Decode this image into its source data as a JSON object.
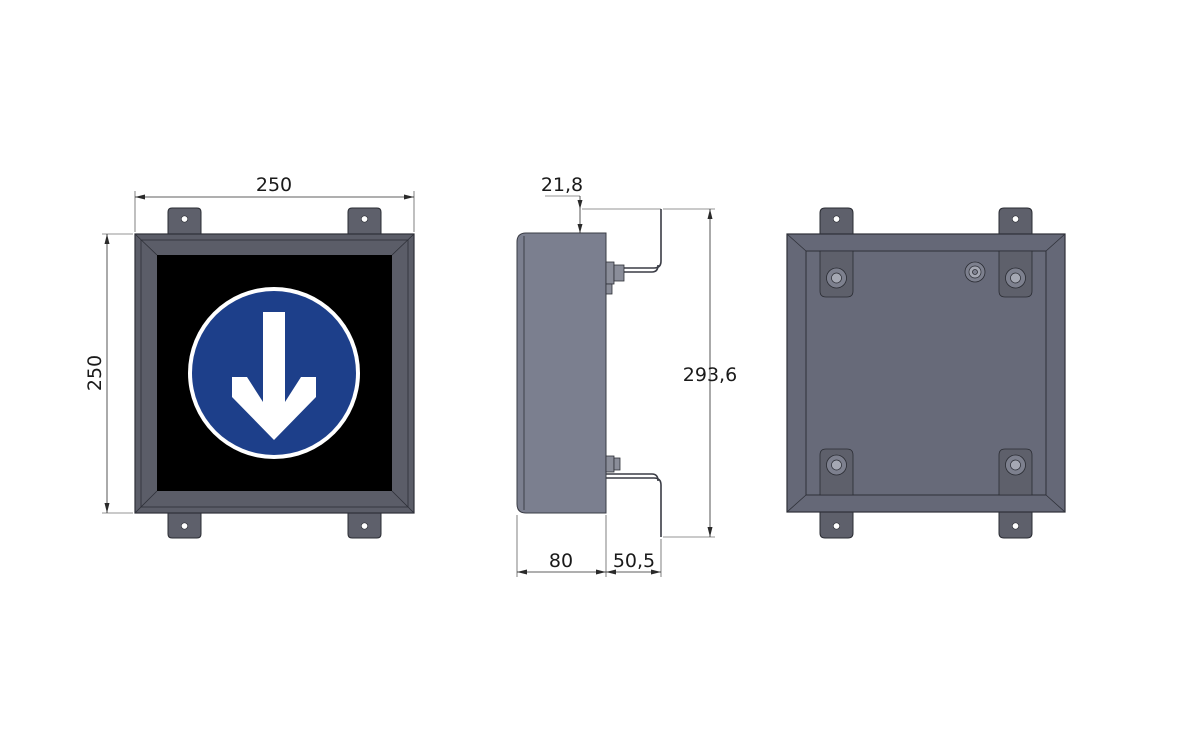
{
  "dimensions": {
    "front_width": "250",
    "front_height": "250",
    "side_top_offset": "21,8",
    "side_total_height": "293,6",
    "side_depth": "80",
    "side_bracket_depth": "50,5"
  },
  "colors": {
    "sign_blue": "#1d3f8a",
    "housing_gray": "#5b5d68",
    "side_gray": "#7b7f8f",
    "display_black": "#000000"
  },
  "icons": {
    "sign_symbol": "arrow-down-icon"
  }
}
